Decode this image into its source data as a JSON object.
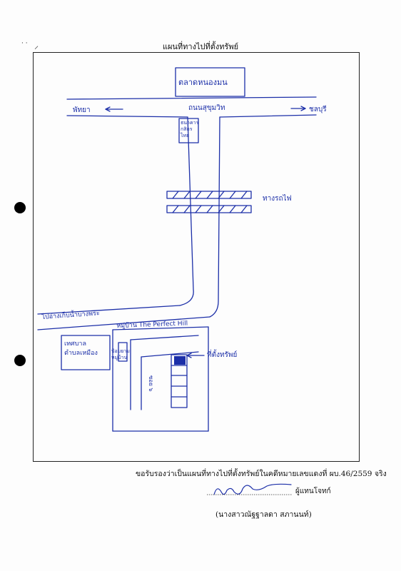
{
  "header": {
    "title": "แผนที่ทางไปที่ตั้งทรัพย์"
  },
  "map": {
    "market": "ตลาดหนองมน",
    "road": "ถนนสุขุมวิท",
    "to_left": "พัทยา",
    "to_right": "ชลบุรี",
    "bank": [
      "ธนาคาร",
      "กสิกร",
      "ไทย"
    ],
    "railway": "ทางรถไฟ",
    "road2": "ไปอ่างเก็บน้ำบางพระ",
    "village": "หมู่บ้าน The Perfect Hill",
    "school": [
      "เทศบาล",
      "ตำบลเหมือง"
    ],
    "guard": [
      "ป้อมยาม",
      "หมู่บ้าน"
    ],
    "property": "ที่ตั้งทรัพย์",
    "street_label": "ซอย ๖"
  },
  "footer": {
    "certify": "ขอรับรองว่าเป็นแผนที่ทางไปที่ตั้งทรัพย์ในคดีหมายเลขแดงที่ ผบ.46/2559 จริง",
    "role": "ผู้แทนโจทก์",
    "name": "(นางสาวณัฐฐาลดา สภานนท์)"
  }
}
